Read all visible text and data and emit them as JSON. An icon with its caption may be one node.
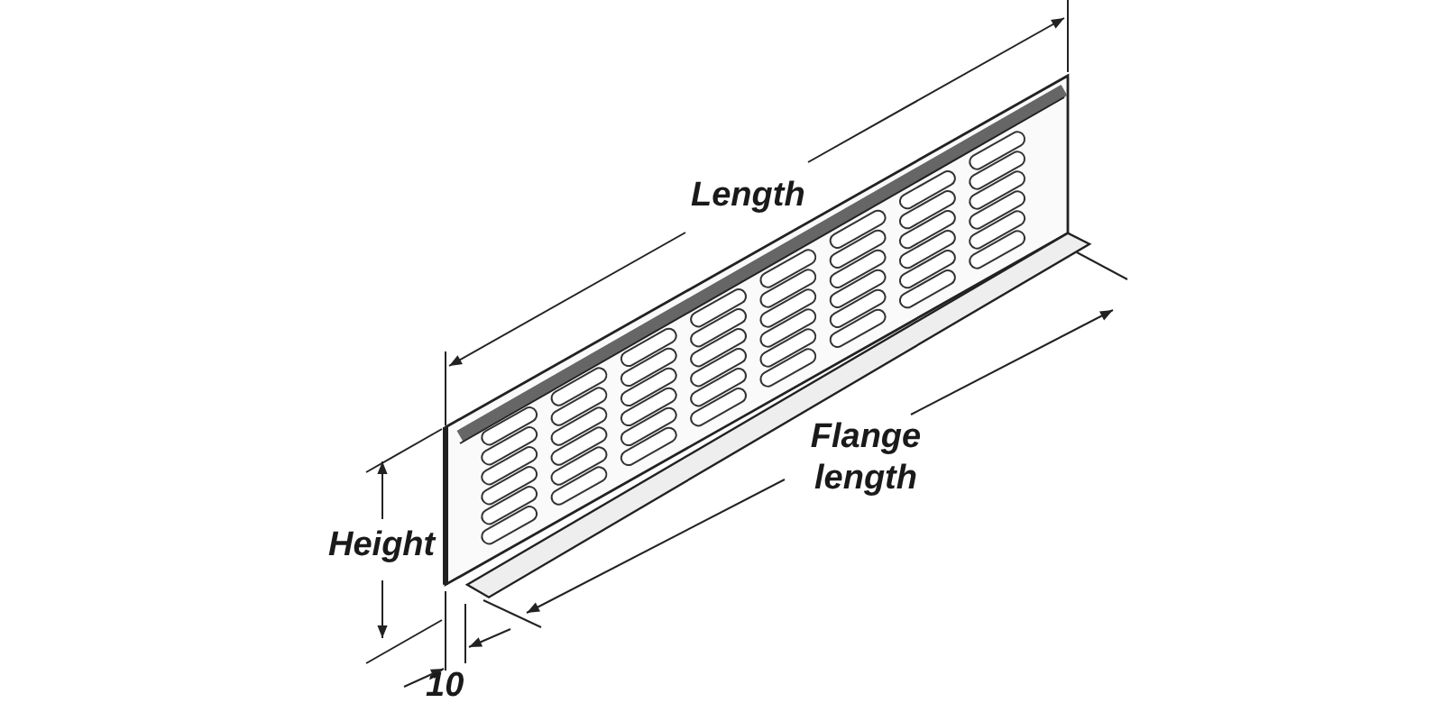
{
  "diagram": {
    "labels": [
      "Length",
      "Flange length",
      "Height",
      "10"
    ]
  }
}
